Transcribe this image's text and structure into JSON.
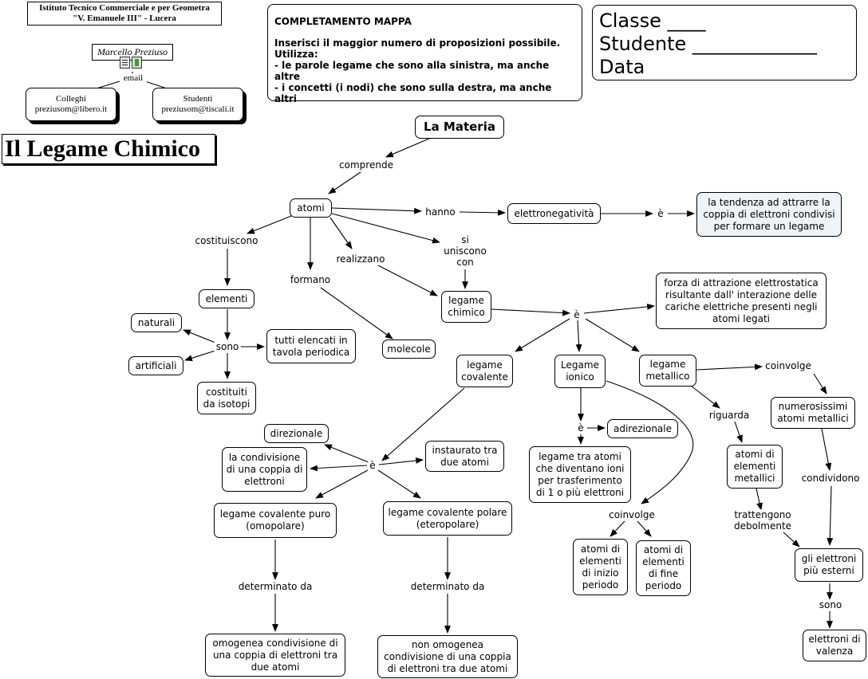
{
  "header": {
    "school_line1": "Istituto Tecnico Commerciale e per Geometra",
    "school_line2": "\"V. Emanuele III\" - Lucera",
    "title": "Il Legame Chimico",
    "author": "Marcello Preziuso",
    "email_label": "email",
    "colleghi_label": "Colleghi",
    "colleghi_email": "preziusom@libero.it",
    "studenti_label": "Studenti",
    "studenti_email": "preziusom@tiscali.it"
  },
  "instructions": {
    "heading": "COMPLETAMENTO MAPPA",
    "line1": "Inserisci il maggior numero di proposizioni possibile.",
    "line2": "Utilizza:",
    "line3": "- le parole legame che sono alla sinistra, ma anche altre",
    "line4": "- i concetti (i nodi) che sono sulla destra, ma anche altri"
  },
  "student_box": {
    "classe": "Classe ____",
    "studente": "Studente _____________",
    "data": "Data"
  },
  "nodes": {
    "la_materia": "La Materia",
    "atomi": "atomi",
    "elettronegativita": "elettronegatività",
    "tendenza": "la tendenza ad attrarre la coppia di elettroni condivisi per formare un legame",
    "elementi": "elementi",
    "naturali": "naturali",
    "artificiali": "artificiali",
    "tavola": "tutti elencati in tavola periodica",
    "isotopi": "costituiti da isotopi",
    "molecole": "molecole",
    "legame_chimico": "legame chimico",
    "forza": "forza di attrazione elettrostatica risultante dall' interazione delle cariche elettriche presenti negli atomi legati",
    "legame_covalente": "legame covalente",
    "legame_ionico": "Legame ionico",
    "legame_metallico": "legame metallico",
    "numerosissimi": "numerosissimi atomi metallici",
    "direzionale": "direzionale",
    "condivisione": "la condivisione di una coppia di elettroni",
    "instaurato": "instaurato tra due atomi",
    "puro": "legame covalente puro (omopolare)",
    "polare": "legame covalente polare (eteropolare)",
    "omogenea": "omogenea condivisione di una coppia di elettroni tra due atomi",
    "non_omogenea": "non omogenea condivisione di una coppia di elettroni tra due atomi",
    "adirezionale": "adirezionale",
    "ioni": "legame tra atomi che diventano ioni per trasferimento di 1 o più elettroni",
    "inizio_periodo": "atomi di elementi di inizio periodo",
    "fine_periodo": "atomi di elementi di fine periodo",
    "atomi_metallici": "atomi di elementi metallici",
    "elettroni_esterni": "gli elettroni più esterni",
    "valenza": "elettroni di valenza"
  },
  "links": {
    "comprende": "comprende",
    "hanno": "hanno",
    "e_elettroneg": "è",
    "costituiscono": "costituiscono",
    "formano": "formano",
    "realizzano": "realizzano",
    "si_uniscono_con": "si\nuniscono\ncon",
    "sono_elementi": "sono",
    "e_chimico": "è",
    "coinvolge_metallico": "coinvolge",
    "riguarda": "riguarda",
    "e_covalente": "è",
    "e_ionico": "è",
    "coinvolge_ionico": "coinvolge",
    "condividono": "condividono",
    "trattengono": "trattengono\ndebolmente",
    "determinato_puro": "determinato da",
    "determinato_polare": "determinato da",
    "sono_valenza": "sono"
  }
}
